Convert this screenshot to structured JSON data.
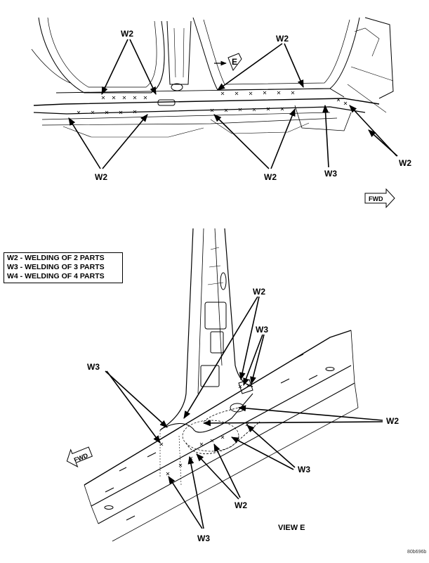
{
  "legend": {
    "lines": [
      "W2 - WELDING OF 2 PARTS",
      "W3 - WELDING OF 3 PARTS",
      "W4 - WELDING OF 4 PARTS"
    ]
  },
  "top_view": {
    "view_marker": "E",
    "fwd_label": "FWD",
    "callouts": {
      "w2_a": "W2",
      "w2_b": "W2",
      "w2_c": "W2",
      "w2_d": "W2",
      "w2_e": "W2",
      "w3_a": "W3"
    }
  },
  "bottom_view": {
    "fwd_label": "FWD",
    "view_label": "VIEW E",
    "callouts": {
      "w2_a": "W2",
      "w3_a": "W3",
      "w3_b": "W3",
      "w2_b": "W2",
      "w3_c": "W3",
      "w2_c": "W2",
      "w3_d": "W3"
    }
  },
  "footer_id": "80b696b"
}
